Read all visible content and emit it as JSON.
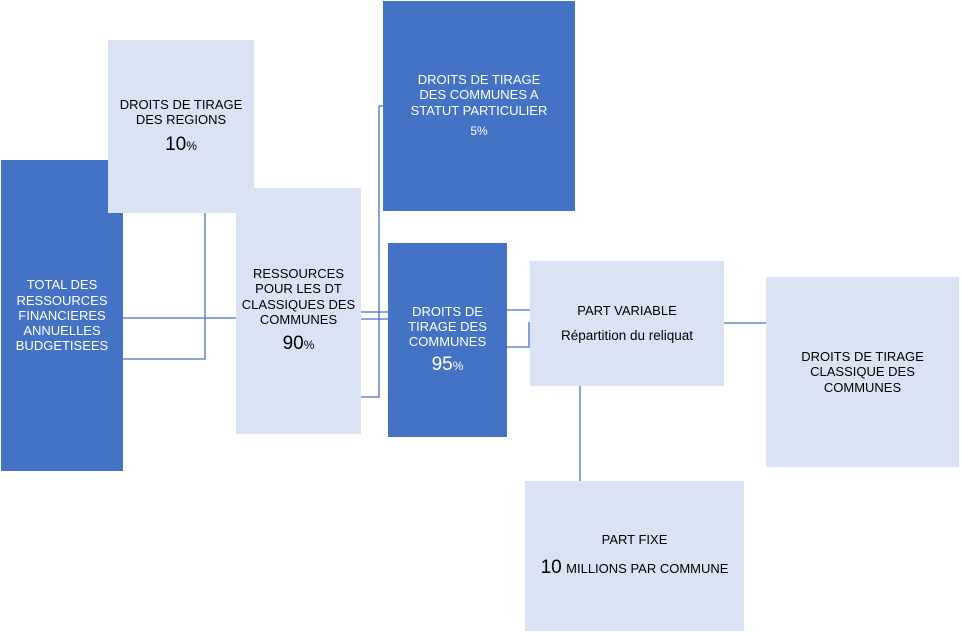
{
  "colors": {
    "dark": "#4472C4",
    "light": "#DAE3F3",
    "line": "#4472C4"
  },
  "boxes": {
    "total": {
      "label": "TOTAL DES RESSOURCES FINANCIERES ANNUELLES BUDGETISEES"
    },
    "regions": {
      "label": "DROITS DE TIRAGE DES REGIONS",
      "value": "10",
      "unit": "%"
    },
    "ressources": {
      "label": "RESSOURCES POUR LES DT CLASSIQUES DES COMMUNES",
      "value": "90",
      "unit": "%"
    },
    "statut": {
      "label": "DROITS DE TIRAGE DES COMMUNES A STATUT PARTICULIER",
      "value": "5%"
    },
    "communes": {
      "label": "DROITS DE TIRAGE DES COMMUNES",
      "value": "95",
      "unit": "%"
    },
    "variable": {
      "label": "PART VARIABLE",
      "sub": "Répartition du reliquat"
    },
    "classique": {
      "label": "DROITS DE TIRAGE CLASSIQUE DES COMMUNES"
    },
    "fixe": {
      "label": "PART FIXE",
      "value": "10",
      "unit": "MILLIONS PAR COMMUNE"
    }
  }
}
